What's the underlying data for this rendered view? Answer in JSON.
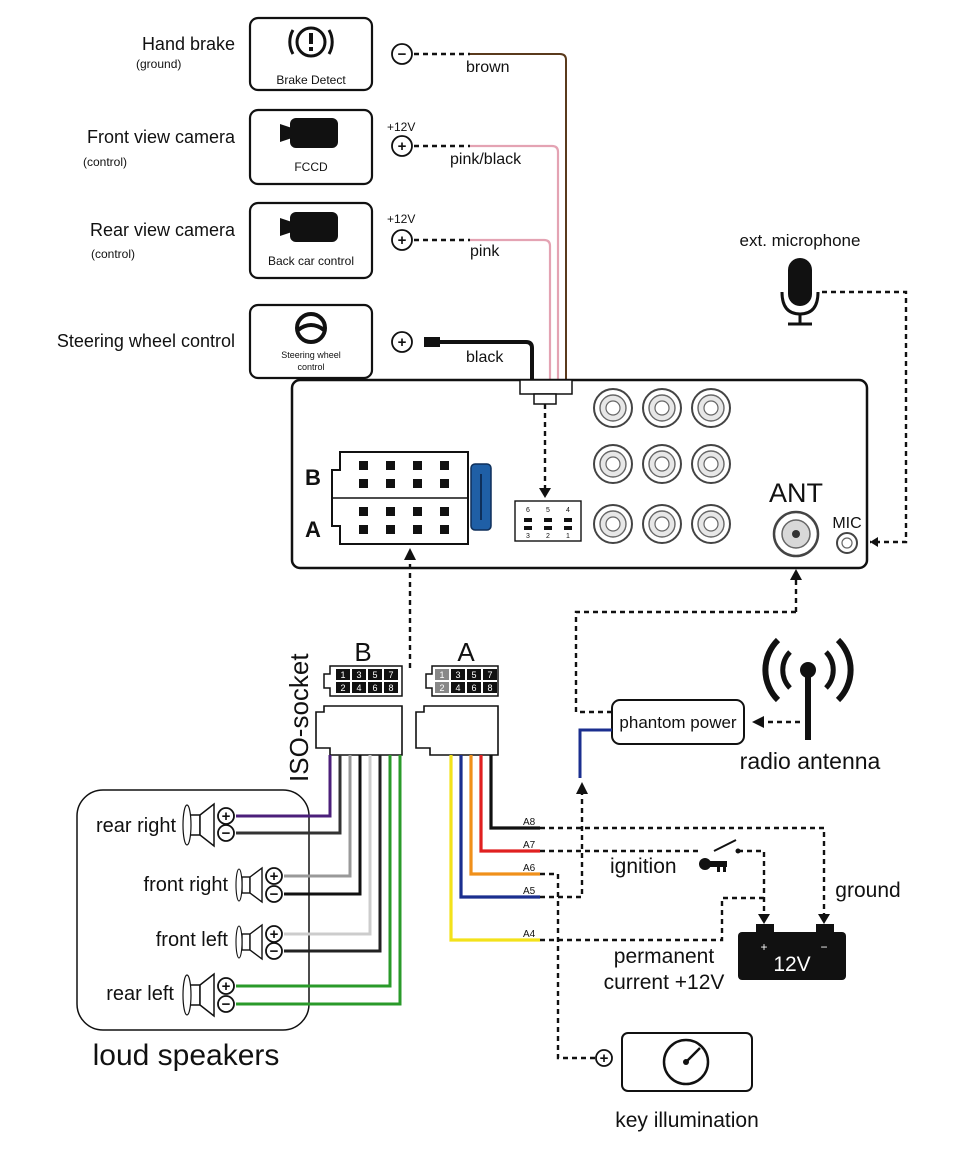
{
  "devices": {
    "hand_brake": {
      "title": "Hand brake",
      "sub": "(ground)",
      "box": "Brake Detect",
      "wire": "brown",
      "terminal": "−",
      "wire_color": "#5a3a1c"
    },
    "front_camera": {
      "title": "Front view camera",
      "sub": "(control)",
      "box": "FCCD",
      "wire": "pink/black",
      "terminal": "+",
      "voltage": "+12V",
      "wire_color": "#e4a3b3"
    },
    "rear_camera": {
      "title": "Rear view camera",
      "sub": "(control)",
      "box": "Back car control",
      "wire": "pink",
      "terminal": "+",
      "voltage": "+12V",
      "wire_color": "#e4a3b3"
    },
    "steering": {
      "title": "Steering wheel control",
      "box_line1": "Steering wheel",
      "box_line2": "control",
      "wire": "black",
      "terminal": "+",
      "wire_color": "#111111"
    }
  },
  "head_unit": {
    "connector_b": "B",
    "connector_a": "A",
    "small_pins": [
      "6",
      "5",
      "4",
      "3",
      "2",
      "1"
    ],
    "ant": "ANT",
    "mic": "MIC"
  },
  "microphone": {
    "label": "ext. microphone"
  },
  "iso_socket": {
    "label": "ISO-socket",
    "b_label": "B",
    "a_label": "A",
    "pins_top": [
      "1",
      "3",
      "5",
      "7"
    ],
    "pins_bottom": [
      "2",
      "4",
      "6",
      "8"
    ]
  },
  "antenna": {
    "phantom": "phantom power",
    "label": "radio antenna"
  },
  "a_wires": [
    {
      "pin": "A8",
      "color": "#111111"
    },
    {
      "pin": "A7",
      "color": "#e02020"
    },
    {
      "pin": "A6",
      "color": "#f0901a"
    },
    {
      "pin": "A5",
      "color": "#1b2f8f"
    },
    {
      "pin": "A4",
      "color": "#f3e21a"
    }
  ],
  "b_wire_colors": [
    "#4b1f7a",
    "#333333",
    "#999999",
    "#111111",
    "#cccccc",
    "#222222",
    "#2a9a2a",
    "#2a9a2a"
  ],
  "power": {
    "ignition": "ignition",
    "ground": "ground",
    "battery": "12V",
    "permanent_line1": "permanent",
    "permanent_line2": "current +12V",
    "plus": "+",
    "minus": "−"
  },
  "speakers": {
    "title": "loud speakers",
    "items": [
      {
        "label": "rear right"
      },
      {
        "label": "front right"
      },
      {
        "label": "front left"
      },
      {
        "label": "rear left"
      }
    ]
  },
  "key_illumination": {
    "label": "key illumination"
  }
}
